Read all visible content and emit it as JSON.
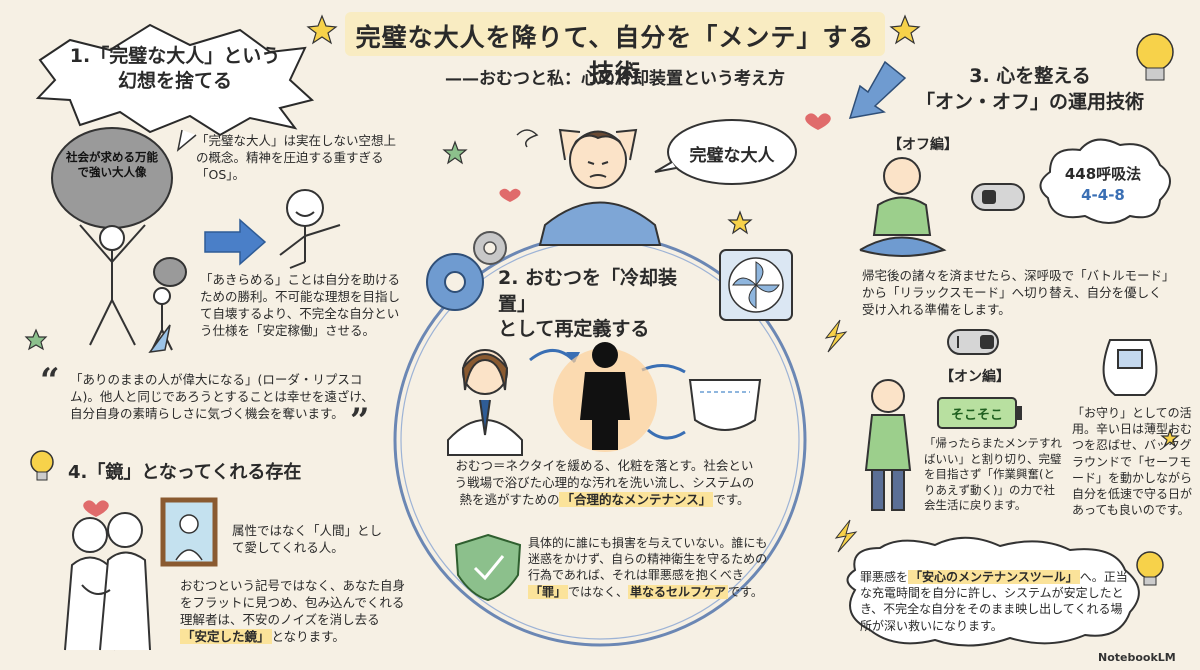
{
  "header": {
    "title": "完璧な大人を降りて、自分を「メンテ」する技術",
    "subtitle": "——おむつと私：心の冷却装置という考え方"
  },
  "section1": {
    "title_line1": "1.「完璧な大人」という",
    "title_line2": "幻想を捨てる",
    "boulder_text": "社会が求める万能で強い大人像",
    "para1": "「完璧な大人」は実在しない空想上の概念。精神を圧迫する重すぎる「OS」。",
    "para2": "「あきらめる」ことは自分を助けるための勝利。不可能な理想を目指して自壊するより、不完全な自分という仕様を「安定稼働」させる。",
    "quote": "「ありのままの人が偉大になる」(ローダ・リプスコム)。他人と同じであろうとすることは幸せを遠ざけ、自分自身の素晴らしさに気づく機会を奪います。"
  },
  "section2": {
    "title_line1": "2. おむつを「冷却装置」",
    "title_line2": "として再定義する",
    "thought": "完璧な大人",
    "para1_a": "おむつ＝ネクタイを緩める、化粧を落とす。社会という戦場で浴びた心理的な汚れを洗い流し、システムの熱を逃がすための",
    "para1_hl": "「合理的なメンテナンス」",
    "para1_b": "です。",
    "para2_a": "具体的に誰にも損害を与えていない。誰にも迷惑をかけず、自らの精神衛生を守るための行為であれば、それは罪悪感を抱くべき",
    "para2_hl1": "「罪」",
    "para2_b": "ではなく、",
    "para2_hl2": "単なるセルフケア",
    "para2_c": "です。"
  },
  "section3": {
    "title_line1": "3. 心を整える",
    "title_line2": "「オン・オフ」の運用技術",
    "off_label": "【オフ編】",
    "breath_title": "448呼吸法",
    "breath_sub": "4-4-8",
    "off_text": "帰宅後の諸々を済ませたら、深呼吸で「バトルモード」から「リラックスモード」へ切り替え、自分を優しく受け入れる準備をします。",
    "on_label": "【オン編】",
    "battery": "そこそこ",
    "on_text": "「帰ったらまたメンテすればいい」と割り切り、完璧を目指さず「作業興奮(とりあえず動く)」の力で社会生活に戻ります。",
    "omamori_text": "「お守り」としての活用。辛い日は薄型おむつを忍ばせ、バックグラウンドで「セーフモード」を動かしながら自分を低速で守る日があっても良いのです。",
    "bottom_a": "罪悪感を",
    "bottom_hl": "「安心のメンテナンスツール」",
    "bottom_b": "へ。正当な充電時間を自分に許し、システムが安定したとき、不完全な自分をそのまま映し出してくれる場所が深い救いになります。"
  },
  "section4": {
    "title": "4.「鏡」となってくれる存在",
    "para1": "属性ではなく「人間」として愛してくれる人。",
    "para2_a": "おむつという記号ではなく、あなた自身をフラットに見つめ、包み込んでくれる理解者は、不安のノイズを消し去る",
    "para2_hl": "「安定した鏡」",
    "para2_b": "となります。"
  },
  "footer": {
    "logo": "NotebookLM"
  },
  "colors": {
    "background": "#f6f0e4",
    "highlight": "#fbe39a",
    "accent_blue": "#3a6fb4",
    "circle": "#6b87b4"
  }
}
